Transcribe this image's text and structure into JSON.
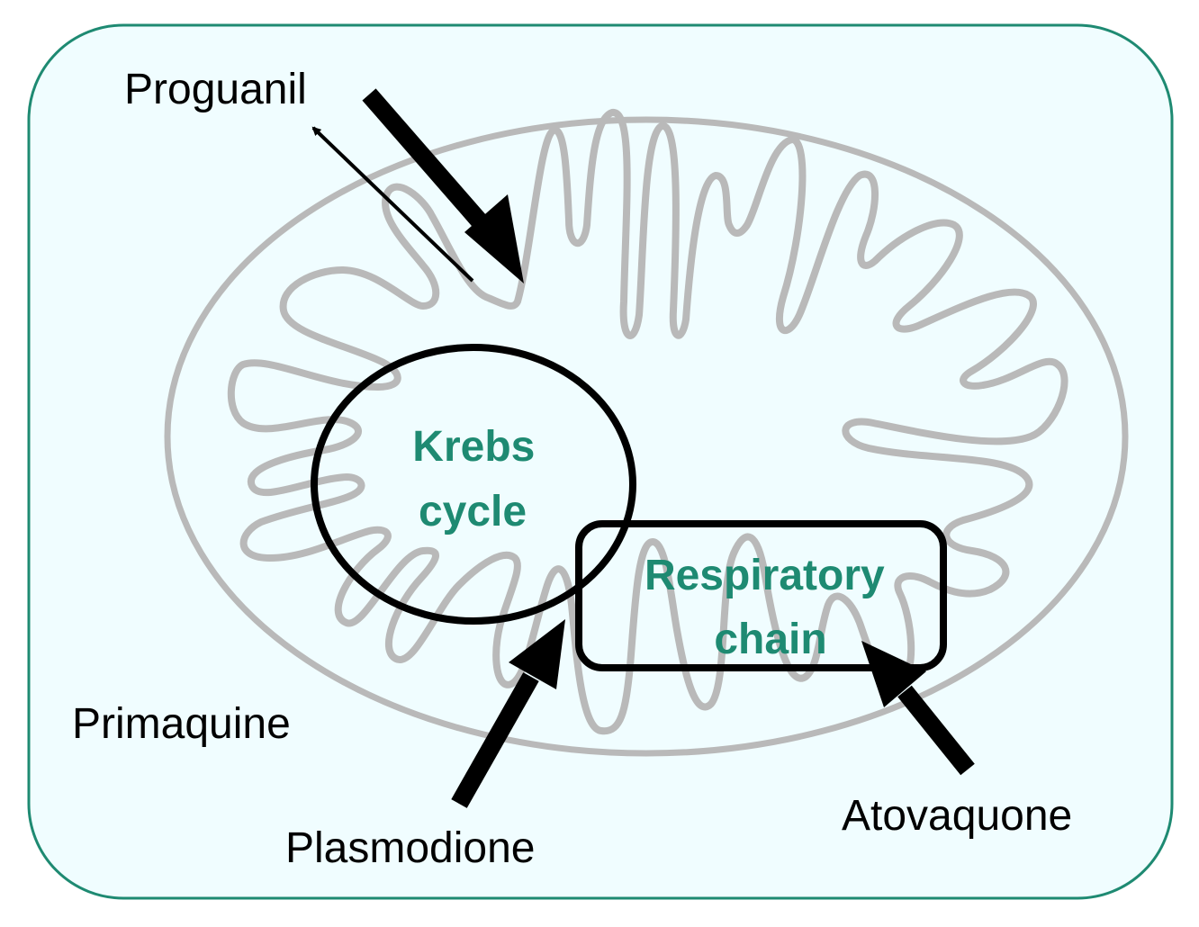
{
  "diagram": {
    "drugs": {
      "proguanil": "Proguanil",
      "primaquine": "Primaquine",
      "plasmodione": "Plasmodione",
      "atovaquone": "Atovaquone"
    },
    "krebs": {
      "line1": "Krebs",
      "line2": "cycle"
    },
    "respiratory": {
      "line1": "Respiratory",
      "line2": "chain"
    }
  },
  "colors": {
    "cell_fill": "#f0fdff",
    "cell_border": "#1e8a72",
    "mitochondrion": "#b9b9b9",
    "accent_text": "#1e8a72",
    "arrow": "#000000"
  }
}
